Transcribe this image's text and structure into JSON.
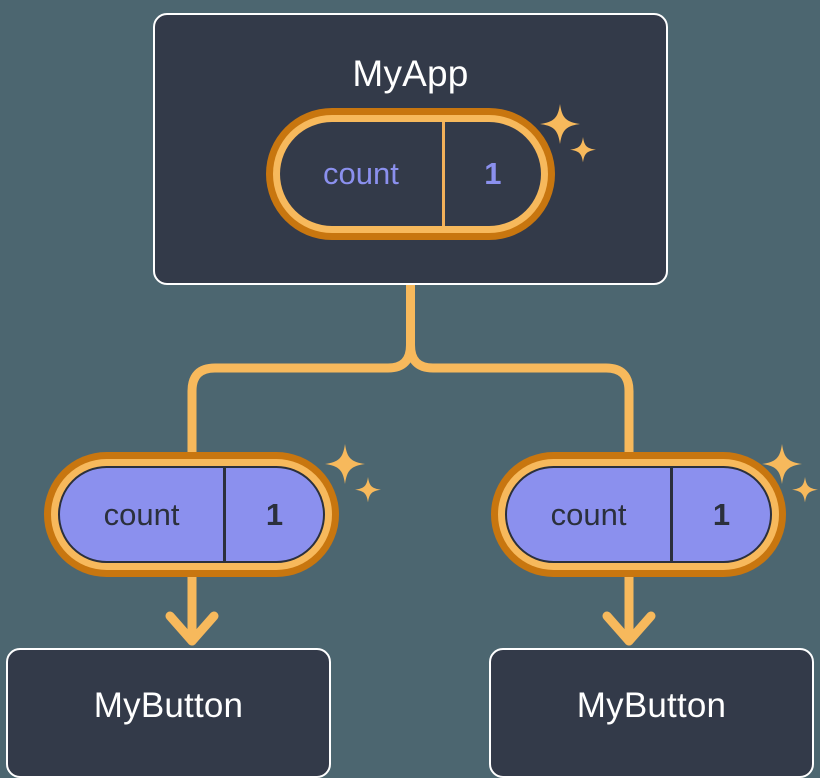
{
  "diagram": {
    "type": "component-state-tree",
    "background_color": "#4c6670",
    "palette": {
      "card_fill": "#333a49",
      "card_border": "#ffffff",
      "ring_outer": "#c8760f",
      "ring_inner": "#f7b95c",
      "state_fill_child": "#8b90ee",
      "state_text_parent": "#8b90ee",
      "state_text_child": "#2b303c",
      "connector": "#f7b95c",
      "sparkle": "#f7b95c"
    }
  },
  "root": {
    "title": "MyApp",
    "state": {
      "key": "count",
      "value": "1"
    },
    "sparkle_label": "state-updated-sparkle"
  },
  "children": [
    {
      "state": {
        "key": "count",
        "value": "1"
      },
      "title": "MyButton",
      "sparkle_label": "state-updated-sparkle"
    },
    {
      "state": {
        "key": "count",
        "value": "1"
      },
      "title": "MyButton",
      "sparkle_label": "state-updated-sparkle"
    }
  ],
  "icons": {
    "sparkle_big": "sparkle-four-point-large-icon",
    "sparkle_small": "sparkle-four-point-small-icon",
    "arrow_down": "arrow-down-icon",
    "branch": "tree-branch-connector-icon"
  }
}
